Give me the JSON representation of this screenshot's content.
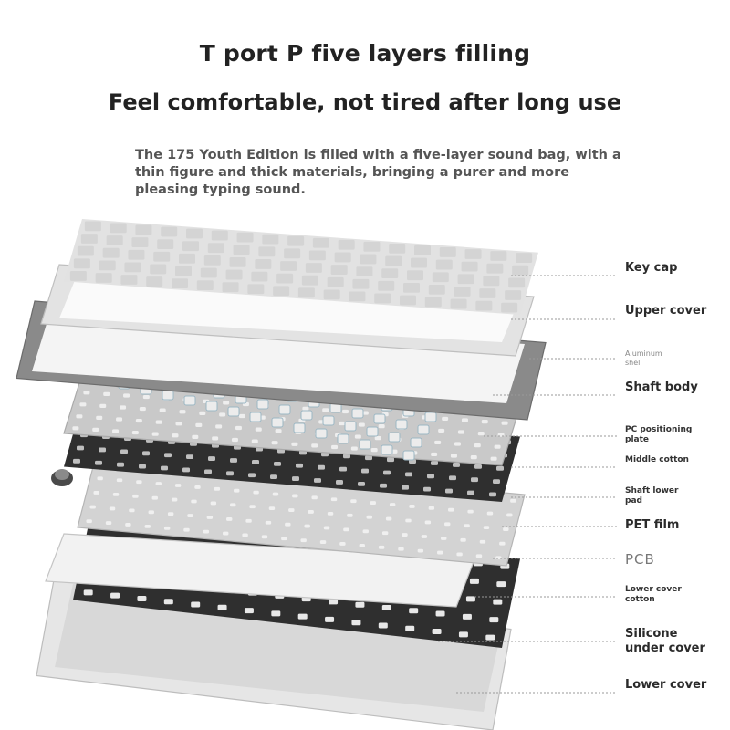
{
  "header": {
    "title": "T port P five layers filling",
    "subtitle": "Feel comfortable, not tired after long use",
    "description": "The 175 Youth Edition is filled with a five-layer sound bag, with a thin figure and thick materials, bringing a purer and more pleasing typing sound."
  },
  "layers": [
    {
      "label": "Key cap"
    },
    {
      "label": "Upper cover"
    },
    {
      "label": "Aluminum shell"
    },
    {
      "label": "Shaft body"
    },
    {
      "label": "PC positioning plate"
    },
    {
      "label": "Middle cotton"
    },
    {
      "label": "Shaft lower pad"
    },
    {
      "label": "PET film"
    },
    {
      "label": "PCB"
    },
    {
      "label": "Lower cover cotton"
    },
    {
      "label": "Silicone under cover"
    },
    {
      "label": "Lower cover"
    }
  ],
  "colors": {
    "keycap": "#d4d4d4",
    "upper_cover": "#e3e3e3",
    "aluminum_shell": "#8a8a8a",
    "dark_layer": "#2f2f2f",
    "plate": "#c9c9c9",
    "leader_line": "#9a9a9a"
  }
}
